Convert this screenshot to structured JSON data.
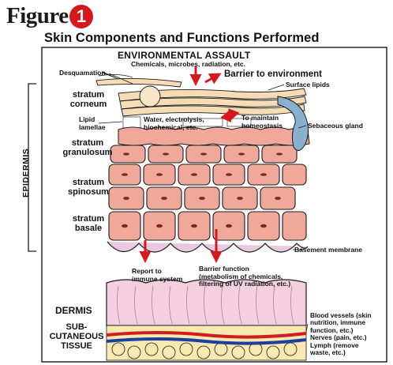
{
  "figure": {
    "word": "Figure",
    "number": "1"
  },
  "title": "Skin Components and Functions Performed",
  "labels": {
    "env_assault": "ENVIRONMENTAL ASSAULT",
    "env_sub": "Chemicals, microbes, radiation, etc.",
    "barrier_env": "Barrier to environment",
    "desquamation": "Desquamation",
    "surface_lipids": "Surface lipids",
    "stratum_corneum": [
      "stratum",
      "corneum"
    ],
    "lipid_lamellae": [
      "Lipid",
      "lamellae"
    ],
    "water": [
      "Water, electrolysis,",
      "biochemical, etc."
    ],
    "homeostasis": [
      "To maintain",
      "homeostasis"
    ],
    "sebaceous_gland": "Sebaceous gland",
    "stratum_granulosum": [
      "stratum",
      "granulosum"
    ],
    "stratum_spinosum": [
      "stratum",
      "spinosum"
    ],
    "stratum_basale": [
      "stratum",
      "basale"
    ],
    "epidermis": "EPIDERMIS",
    "basement_membrane": "Basement membrane",
    "report_immune": [
      "Report to",
      "immune system"
    ],
    "barrier_function": [
      "Barrier function",
      "(metabolism of chemicals,",
      "filtering of UV radiation, etc.)"
    ],
    "dermis": "DERMIS",
    "subcutaneous": [
      "SUB-",
      "CUTANEOUS",
      "TISSUE"
    ],
    "blood_vessels": [
      "Blood vessels (skin",
      "nutrition, immune",
      "function, etc.)",
      "Nerves (pain, etc.)",
      "Lymph (remove",
      "waste, etc.)"
    ]
  },
  "colors": {
    "badge": "#d6181e",
    "arrow": "#d6181e",
    "cell_fill": "#f0a89a",
    "corneum_fill": "#f6dcb4",
    "dermis_fill": "#f3cfe0",
    "fat_fill": "#f7e9b0",
    "vessel_red": "#d01c22",
    "vessel_blue": "#1f3fa0",
    "gland_fill": "#8ab0cf",
    "outline": "#1a1a1a"
  }
}
